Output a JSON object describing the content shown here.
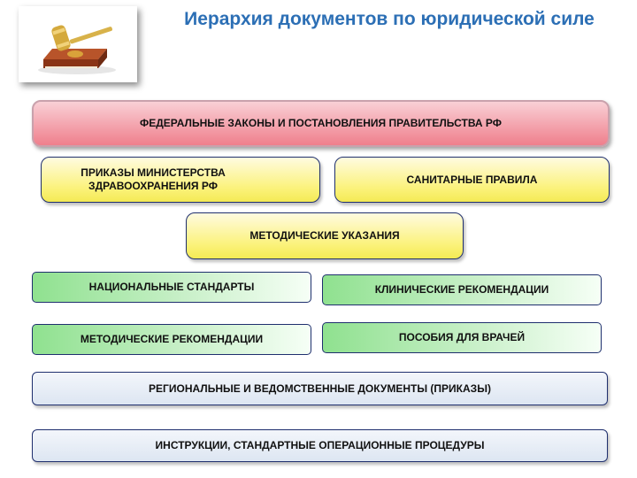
{
  "title": "Иерархия документов по юридической силе",
  "logo": {
    "icon": "gavel-book-icon"
  },
  "levels": {
    "federal_laws": "ФЕДЕРАЛЬНЫЕ ЗАКОНЫ И ПОСТАНОВЛЕНИЯ ПРАВИТЕЛЬСТВА РФ",
    "ministry_orders": "ПРИКАЗЫ МИНИСТЕРСТВА ЗДРАВООХРАНЕНИЯ РФ",
    "sanitary_rules": "САНИТАРНЫЕ ПРАВИЛА",
    "methodical_instructions": "МЕТОДИЧЕСКИЕ УКАЗАНИЯ",
    "national_standards": "НАЦИОНАЛЬНЫЕ СТАНДАРТЫ",
    "clinical_recommendations": "КЛИНИЧЕСКИЕ РЕКОМЕНДАЦИИ",
    "methodical_recommendations": "МЕТОДИЧЕСКИЕ РЕКОМЕНДАЦИИ",
    "doctor_manuals": "ПОСОБИЯ ДЛЯ ВРАЧЕЙ",
    "regional_documents": "РЕГИОНАЛЬНЫЕ И ВЕДОМСТВЕННЫЕ ДОКУМЕНТЫ (ПРИКАЗЫ)",
    "instructions_sop": "ИНСТРУКЦИИ, СТАНДАРТНЫЕ ОПЕРАЦИОННЫЕ ПРОЦЕДУРЫ"
  },
  "colors": {
    "title": "#2c6fb5",
    "level1": "#ef7f8c",
    "level2": "#fbf27a",
    "level3": "#8fe18f",
    "level4": "#dde6f2"
  }
}
